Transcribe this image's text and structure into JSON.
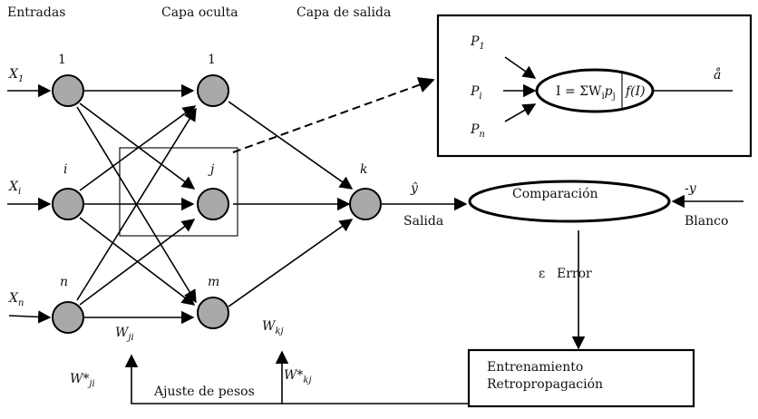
{
  "headers": {
    "inputs": "Entradas",
    "hidden": "Capa oculta",
    "output": "Capa de salida"
  },
  "inputs": {
    "x1": "X",
    "x1_sub": "1",
    "xi": "X",
    "xi_sub": "i",
    "xn": "X",
    "xn_sub": "n"
  },
  "node_labels": {
    "in_1": "1",
    "in_i": "i",
    "in_n": "n",
    "hid_1": "1",
    "hid_j": "j",
    "hid_m": "m",
    "out_k": "k"
  },
  "neuron_detail": {
    "p1": "P",
    "p1_sub": "1",
    "pi": "P",
    "pi_sub": "i",
    "pn": "P",
    "pn_sub": "n",
    "formula": "I = ΣW",
    "formula_sub1": "i",
    "formula_p": "p",
    "formula_sub2": "j",
    "activation": "f(I)",
    "output": "å"
  },
  "output_side": {
    "yhat": "ŷ",
    "salida": "Salida",
    "comparacion": "Comparación",
    "neg_y": "-y",
    "blanco": "Blanco",
    "epsilon": "ε",
    "error": "Error"
  },
  "weights": {
    "wji": "W",
    "wji_sub": "ji",
    "wkj": "W",
    "wkj_sub": "kj",
    "wji_star": "W*",
    "wji_star_sub": "ji",
    "wkj_star": "W*",
    "wkj_star_sub": "kj"
  },
  "feedback": {
    "ajuste": "Ajuste de pesos",
    "training_line1": "Entrenamiento",
    "training_line2": "Retropropagación"
  },
  "colors": {
    "node_fill": "#a9a9a9",
    "stroke": "#000000"
  }
}
